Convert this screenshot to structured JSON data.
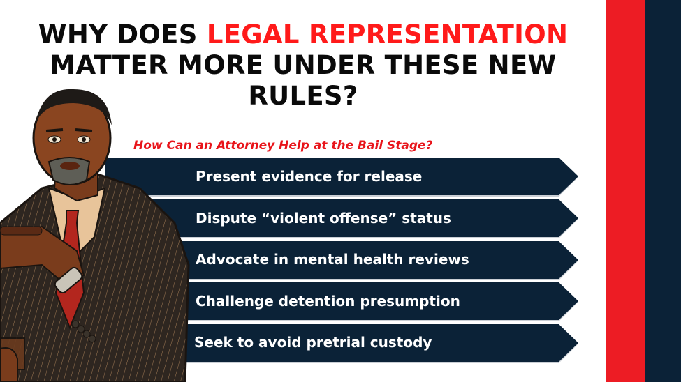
{
  "slide": {
    "title": {
      "part1": "WHY DOES ",
      "accent": "LEGAL REPRESENTATION",
      "part2": "MATTER MORE UNDER THESE NEW RULES?"
    },
    "subtitle": "How Can an Attorney Help at the Bail Stage?",
    "items": [
      {
        "label": "Present evidence for release"
      },
      {
        "label": "Dispute “violent offense” status"
      },
      {
        "label": "Advocate in mental health reviews"
      },
      {
        "label": "Challenge detention presumption"
      },
      {
        "label": "Seek to avoid pretrial custody"
      }
    ],
    "illustration": "attorney-illustration",
    "colors": {
      "accent_red": "#ed1c24",
      "title_red": "#ff1a1a",
      "navy": "#0b2237",
      "title_black": "#0a0a0a"
    }
  }
}
